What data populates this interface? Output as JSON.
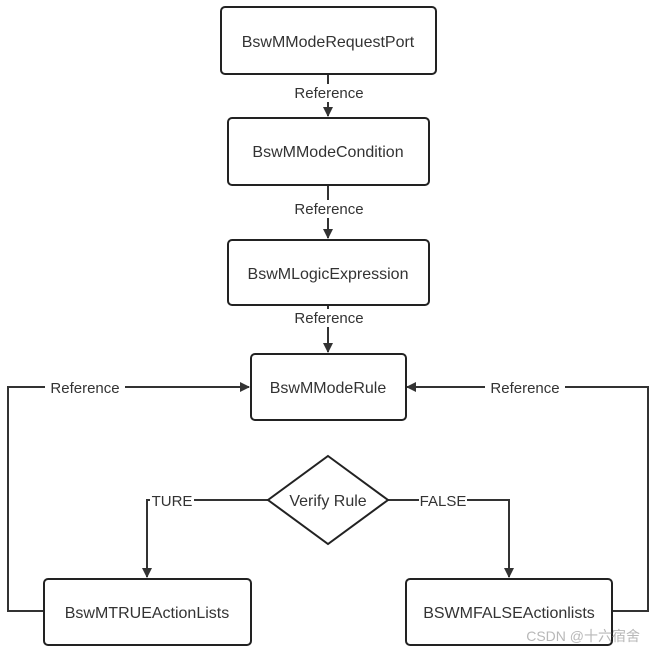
{
  "nodes": {
    "request_port": "BswMModeRequestPort",
    "mode_condition": "BswMModeCondition",
    "logic_expression": "BswMLogicExpression",
    "mode_rule": "BswMModeRule",
    "verify_rule": "Verify Rule",
    "true_action_lists": "BswMTRUEActionLists",
    "false_action_lists": "BSWMFALSEActionlists"
  },
  "edges": {
    "port_to_condition": "Reference",
    "condition_to_expression": "Reference",
    "expression_to_rule": "Reference",
    "true_lists_to_rule": "Reference",
    "false_lists_to_rule": "Reference",
    "verify_true": "TURE",
    "verify_false": "FALSE"
  },
  "watermark": "CSDN @十六宿舍"
}
